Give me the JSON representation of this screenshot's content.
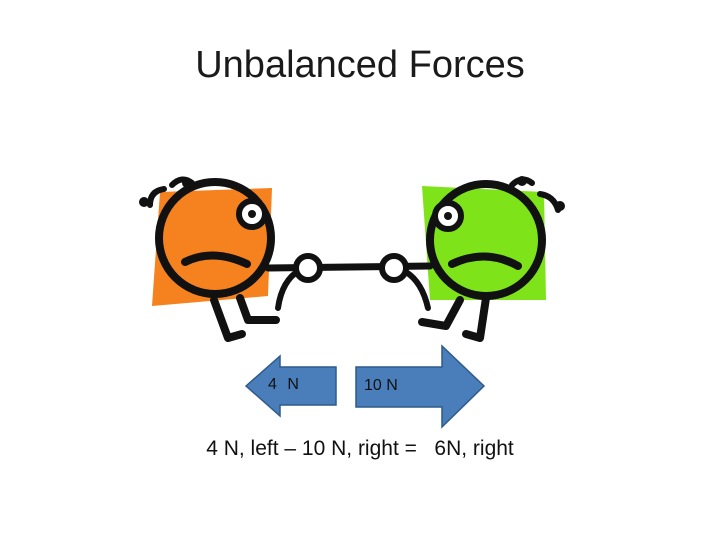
{
  "slide": {
    "title": "Unbalanced Forces",
    "left_arrow_label": "4 N",
    "right_arrow_label": "10 N",
    "equation": "4 N, left – 10 N, right =",
    "result": "6N, right"
  },
  "colors": {
    "left_character": "#f5821f",
    "right_character": "#7fe31a",
    "arrow_fill": "#4a7ebb",
    "arrow_stroke": "#2f5a8a",
    "outline": "#111111"
  },
  "icons": [
    "orange-character-icon",
    "green-character-icon",
    "rope-icon",
    "left-arrow-icon",
    "right-arrow-icon"
  ]
}
